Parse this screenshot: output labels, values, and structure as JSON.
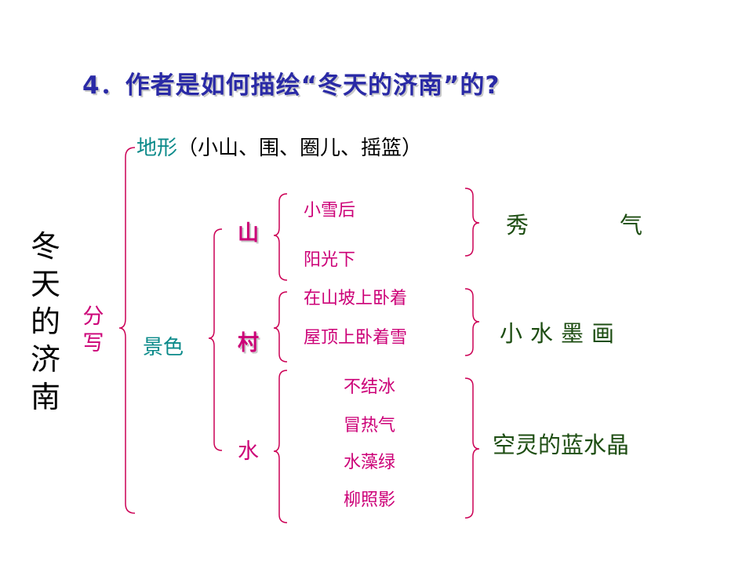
{
  "title": "4．作者是如何描绘“冬天的济南”的?",
  "main_topic": "冬天的济南",
  "method": "分写",
  "terrain": {
    "label": "地形",
    "detail": "（小山、围、圈儿、摇篮）"
  },
  "scenery_label": "景色",
  "categories": {
    "mountain": "山",
    "village": "村",
    "water": "水"
  },
  "details": {
    "mountain": [
      "小雪后",
      "阳光下"
    ],
    "village": [
      "在山坡上卧着",
      "屋顶上卧着雪"
    ],
    "water": [
      "不结冰",
      "冒热气",
      "水藻绿",
      "柳照影"
    ]
  },
  "summaries": {
    "mountain": [
      "秀",
      "气"
    ],
    "village": "小水墨画",
    "water": "空灵的蓝水晶"
  },
  "colors": {
    "title": "#2a2aa6",
    "pink": "#cc0077",
    "teal": "#0b8a8a",
    "green": "#1d4d12",
    "brace": "#cc0055"
  }
}
